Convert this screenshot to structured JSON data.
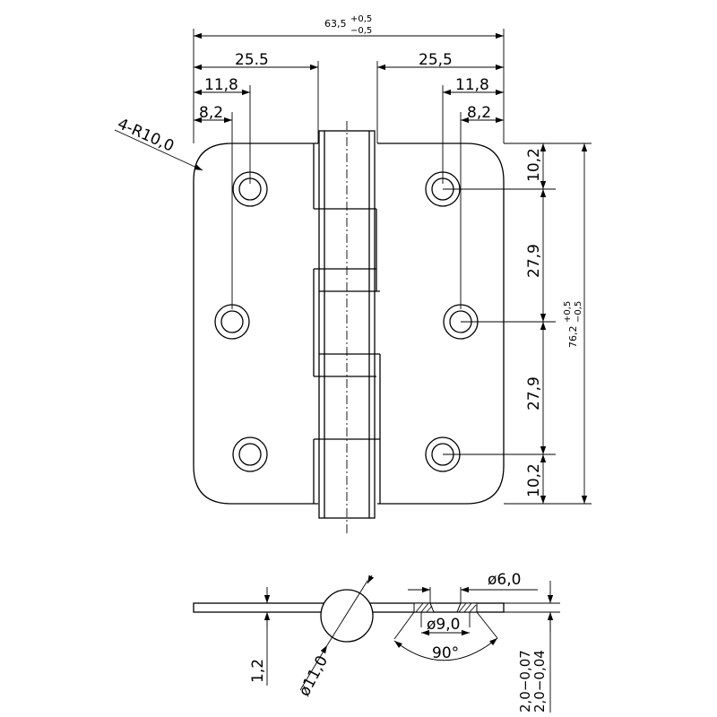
{
  "drawing": {
    "overall_width": {
      "value": "63,5",
      "tol_upper": "+0,5",
      "tol_lower": "−0,5"
    },
    "leaf_width_left": "25.5",
    "leaf_width_right": "25,5",
    "hole_offset_outer_left": "11,8",
    "hole_offset_inner_left": "8,2",
    "hole_offset_outer_right": "11,8",
    "hole_offset_inner_right": "8,2",
    "corner_radius": "4-R10,0",
    "vertical_edge_top": "10,2",
    "vertical_pitch_upper": "27,9",
    "vertical_pitch_lower": "27,9",
    "vertical_edge_bottom": "10,2",
    "overall_height": {
      "value": "76,2",
      "tol_upper": "+0,5",
      "tol_lower": "−0,5"
    },
    "section": {
      "countersink_small_dia": "ø6,0",
      "countersink_large_dia": "ø9,0",
      "countersink_angle": "90°",
      "leaf_step": "1,2",
      "knuckle_dia": "ø11,0",
      "thickness_line1": "2,0−0,07",
      "thickness_line2": "2,0−0,04"
    }
  }
}
